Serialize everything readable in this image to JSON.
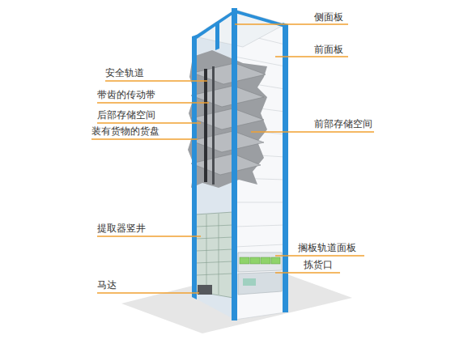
{
  "diagram": {
    "labels": [
      "侧面板",
      "前面板",
      "安全轨道",
      "带齿的传动带",
      "后部存储空间",
      "装有货物的货盘",
      "前部存储空间",
      "提取器竖井",
      "搁板轨道面板",
      "拣货口",
      "马达"
    ]
  }
}
